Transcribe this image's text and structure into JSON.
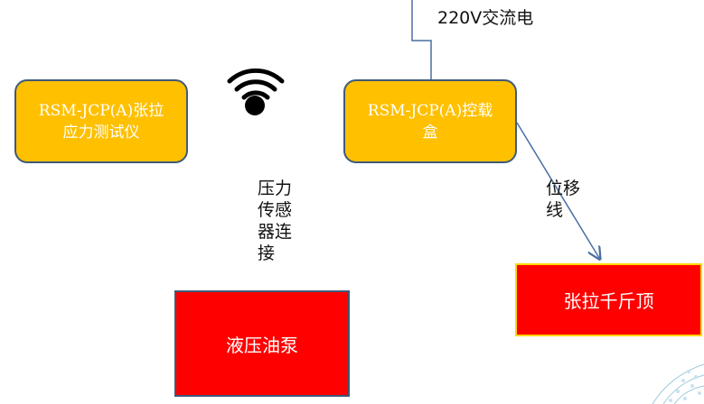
{
  "power": {
    "label": "220V交流电"
  },
  "tester": {
    "label": "RSM-JCP(A)张拉\n应力测试仪"
  },
  "control_box": {
    "label": "RSM-JCP(A)控载\n盒"
  },
  "pressure_sensor": {
    "label": "压力\n传感\n器连\n接"
  },
  "displacement": {
    "label": "位移\n线"
  },
  "pump": {
    "label": "液压油泵"
  },
  "jack": {
    "label": "张拉千斤顶"
  },
  "colors": {
    "box_gold": "#FFC000",
    "box_red": "#FF0000",
    "wire": "#4a6fa5"
  },
  "icons": {
    "wireless": "wifi-icon"
  }
}
